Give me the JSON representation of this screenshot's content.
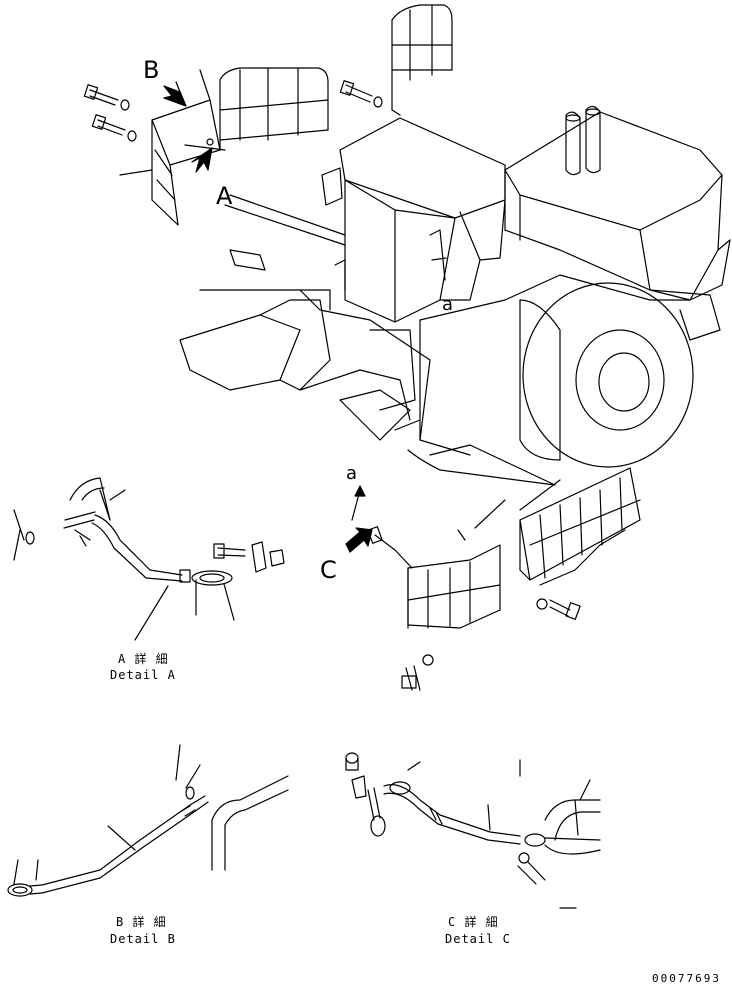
{
  "callouts": {
    "view_b": "B",
    "view_a": "A",
    "view_c": "C",
    "point_a_main": "a",
    "point_a_detail": "a"
  },
  "captions": {
    "detail_a_jp": "A 詳 細",
    "detail_a_en": "Detail A",
    "detail_b_jp": "B 詳 細",
    "detail_b_en": "Detail B",
    "detail_c_jp": "C 詳 細",
    "detail_c_en": "Detail C"
  },
  "drawing_code": "00077693",
  "colors": {
    "line": "#000000",
    "arrow_fill": "#000000",
    "background": "#ffffff"
  }
}
